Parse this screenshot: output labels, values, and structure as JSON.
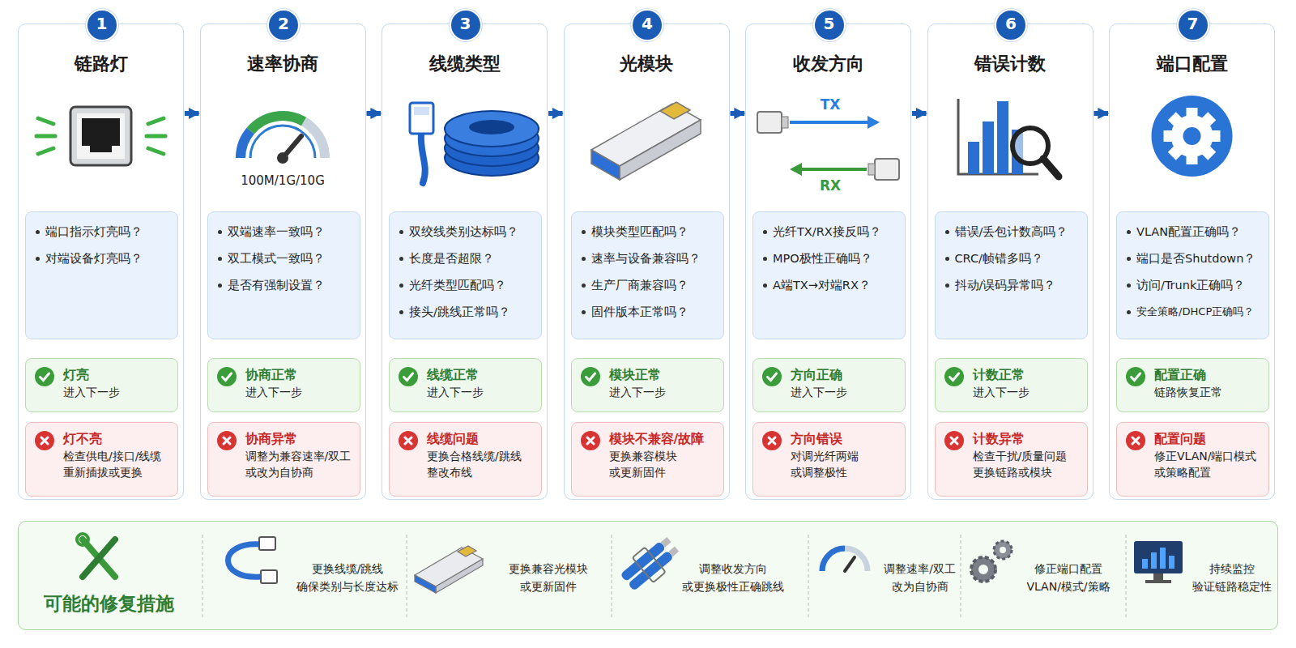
{
  "diagram": {
    "nodes": [
      {
        "text": [
          "链路灯"
        ]
      },
      {
        "text": [
          "1"
        ],
        "in": 0
      },
      {
        "text": [
          "端口指示灯亮吗？",
          "对端设备灯亮吗？"
        ],
        "in": 0
      },
      {
        "text": [
          "灯亮",
          "进入下一步"
        ],
        "in": 0
      },
      {
        "text": [
          "灯不亮",
          "检查供电/接口/线缆 重新插拔或更换"
        ],
        "in": 0
      },
      {
        "text": [
          "速率协商"
        ]
      },
      {
        "text": [
          "2"
        ],
        "in": 5
      },
      {
        "text": [
          "双端速率一致吗？",
          "双工模式一致吗？",
          "是否有强制设置？"
        ],
        "in": 5
      },
      {
        "text": [
          "协商正常",
          "进入下一步"
        ],
        "in": 5
      },
      {
        "text": [
          "协商异常",
          "调整为兼容速率/双工 或改为自协商"
        ],
        "in": 5
      },
      {
        "text": [
          "线缆类型"
        ]
      },
      {
        "text": [
          "3"
        ],
        "in": 10
      },
      {
        "text": [
          "双绞线类别达标吗？",
          "长度是否超限？",
          "光纤类型匹配吗？",
          "接头/跳线正常吗？"
        ],
        "in": 10
      },
      {
        "text": [
          "线缆正常",
          "进入下一步"
        ],
        "in": 10
      },
      {
        "text": [
          "线缆问题",
          "更换合格线缆/跳线 整改布线"
        ],
        "in": 10
      },
      {
        "text": [
          "光模块"
        ]
      },
      {
        "text": [
          "4"
        ],
        "in": 15
      },
      {
        "text": [
          "模块类型匹配吗？",
          "速率与设备兼容吗？",
          "生产厂商兼容吗？",
          "固件版本正常吗？"
        ],
        "in": 15
      },
      {
        "text": [
          "模块正常",
          "进入下一步"
        ],
        "in": 15
      },
      {
        "text": [
          "模块不兼容/故障",
          "更换兼容模块 或更新固件"
        ],
        "in": 15
      },
      {
        "text": [
          "收发方向"
        ]
      },
      {
        "text": [
          "5"
        ],
        "in": 20
      },
      {
        "text": [
          "光纤TX/RX接反吗？",
          "MPO极性正确吗？",
          "A端TX→对端RX？"
        ],
        "in": 20
      },
      {
        "text": [
          "方向正确",
          "进入下一步"
        ],
        "in": 20
      },
      {
        "text": [
          "方向错误",
          "对调光纤两端 或调整极性"
        ],
        "in": 20
      },
      {
        "text": [
          "错误计数"
        ]
      },
      {
        "text": [
          "6"
        ],
        "in": 25
      },
      {
        "text": [
          "错误/丢包计数高吗？",
          "CRC/帧错多吗？",
          "抖动/误码异常吗？"
        ],
        "in": 25
      },
      {
        "text": [
          "计数正常",
          "进入下一步"
        ],
        "in": 25
      },
      {
        "text": [
          "计数异常",
          "检查干扰/质量问题 更换链路或模块"
        ],
        "in": 25
      },
      {
        "text": [
          "端口配置"
        ]
      },
      {
        "text": [
          "7"
        ],
        "in": 30
      },
      {
        "text": [
          "VLAN配置正确吗？",
          "端口是否Shutdown？",
          "访问/Trunk正确吗？",
          "安全策略/DHCP正确吗？"
        ],
        "in": 30
      },
      {
        "text": [
          "配置正确",
          "链路恢复正常"
        ],
        "in": 30
      },
      {
        "text": [
          "配置问题",
          "修正VLAN/端口模式 或策略配置"
        ],
        "in": 30
      },
      {
        "text": [
          "可能的修复措施",
          "更换线缆/跳线 确保类别与长度达标",
          "更换兼容光模块 或更新固件",
          "调整收发方向 或更换极性正确跳线",
          "调整速率/双工 改为自协商",
          "修正端口配置 VLAN/模式/策略",
          "持续监控 验证链路稳定性"
        ]
      }
    ],
    "edges": [
      {
        "from": 0,
        "to": 5,
        "arrow": "to"
      },
      {
        "from": 5,
        "to": 10,
        "arrow": "to"
      },
      {
        "from": 10,
        "to": 15,
        "arrow": "to"
      },
      {
        "from": 15,
        "to": 20,
        "arrow": "to"
      },
      {
        "from": 20,
        "to": 25,
        "arrow": "to"
      },
      {
        "from": 25,
        "to": 30,
        "arrow": "to"
      }
    ],
    "labels": [
      "100M/1G/10G",
      "TX",
      "RX"
    ]
  }
}
